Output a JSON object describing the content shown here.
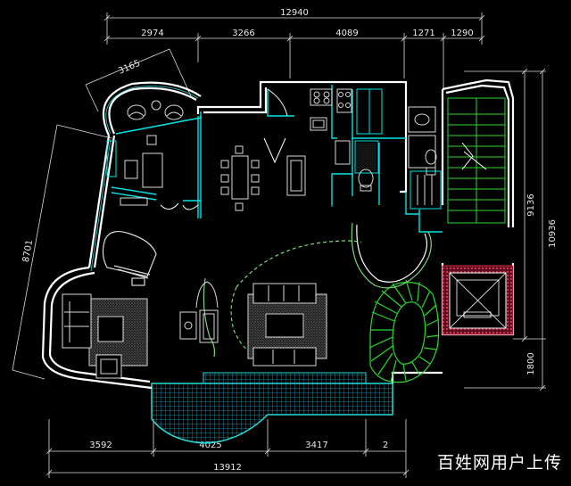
{
  "dimensions": {
    "top_total": "12940",
    "top_segments": [
      "2974",
      "3266",
      "4089",
      "1271",
      "1290"
    ],
    "diagonal": "3165",
    "left": "8701",
    "right_inner": "9136",
    "right_outer": "10936",
    "right_lower": "1800",
    "bottom_segments": [
      "3592",
      "4025",
      "3417",
      "2"
    ],
    "bottom_total": "13912"
  },
  "watermark": "百姓网用户上传",
  "colors": {
    "background": "#000000",
    "wall": "#ffffff",
    "inner_wall": "#00e5e5",
    "dimension": "#e0e0e0",
    "stair": "#2bd82b",
    "curve": "#7ad67a",
    "balcony": "#29a9c9",
    "elevator_border": "#d0304a",
    "fixture": "#c8c8c8"
  }
}
